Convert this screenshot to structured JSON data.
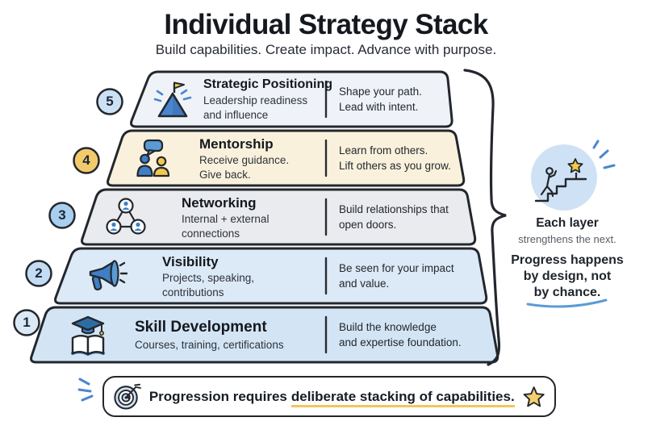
{
  "header": {
    "title": "Individual Strategy Stack",
    "subtitle": "Build capabilities. Create impact. Advance with purpose."
  },
  "pyramid": {
    "layers": [
      {
        "number": "5",
        "title": "Strategic Positioning",
        "subtitle_lines": [
          "Leadership readiness",
          "and influence"
        ],
        "benefit_lines": [
          "Shape your path.",
          "Lead with intent."
        ],
        "icon": "mountain-flag-icon",
        "fill": "#eff3f8",
        "badge_fill": "#cde1f4"
      },
      {
        "number": "4",
        "title": "Mentorship",
        "subtitle_lines": [
          "Receive guidance.",
          "Give back."
        ],
        "benefit_lines": [
          "Learn from others.",
          "Lift others as you grow."
        ],
        "icon": "mentorship-people-icon",
        "fill": "#faf1dc",
        "badge_fill": "#f3ca6b"
      },
      {
        "number": "3",
        "title": "Networking",
        "subtitle_lines": [
          "Internal + external",
          "connections"
        ],
        "benefit_lines": [
          "Build relationships that",
          "open doors."
        ],
        "icon": "network-icon",
        "fill": "#e9ebee",
        "badge_fill": "#a9ceee"
      },
      {
        "number": "2",
        "title": "Visibility",
        "subtitle_lines": [
          "Projects, speaking,",
          "contributions"
        ],
        "benefit_lines": [
          "Be seen for your impact",
          "and value."
        ],
        "icon": "megaphone-icon",
        "fill": "#dce9f6",
        "badge_fill": "#c3dcf3"
      },
      {
        "number": "1",
        "title": "Skill Development",
        "subtitle_lines": [
          "Courses, training, certifications"
        ],
        "benefit_lines": [
          "Build the knowledge",
          "and expertise foundation."
        ],
        "icon": "book-graduation-icon",
        "fill": "#d3e5f4",
        "badge_fill": "#dbe9f6"
      }
    ]
  },
  "side_note": {
    "icon": "stairs-star-icon",
    "headline": "Each layer",
    "subline": "strengthens the next.",
    "emphasis_lines": [
      "Progress happens",
      "by design, not",
      "by chance."
    ]
  },
  "footer_banner": {
    "left_icon": "target-icon",
    "right_icon": "star-icon",
    "text_plain": "Progression requires",
    "text_underlined": "deliberate stacking of capabilities."
  },
  "colors": {
    "outline": "#23272d",
    "accent_blue": "#3f7fc4",
    "light_blue": "#cfe2f5",
    "accent_yellow": "#f2c94c",
    "underline_yellow": "#f0c75e",
    "cream": "#faf1dc"
  }
}
